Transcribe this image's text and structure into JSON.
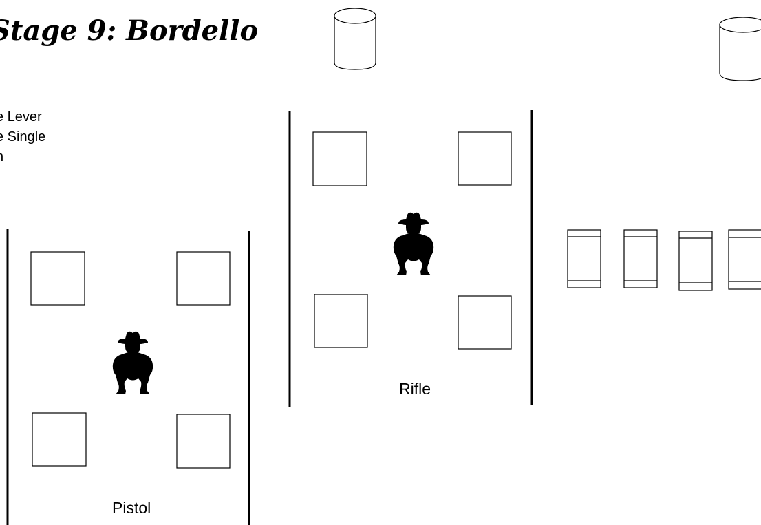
{
  "stage": {
    "title": "Stage 9: Bordello",
    "notes": [
      "e Lever",
      "e Single",
      "n"
    ]
  },
  "bays": {
    "pistol_label": "Pistol",
    "rifle_label": "Rifle"
  },
  "colors": {
    "ink": "#000000",
    "background": "#ffffff"
  },
  "icons": {
    "shooter": "cowboy-silhouette-icon",
    "barrel": "barrel-icon",
    "table": "table-icon"
  }
}
